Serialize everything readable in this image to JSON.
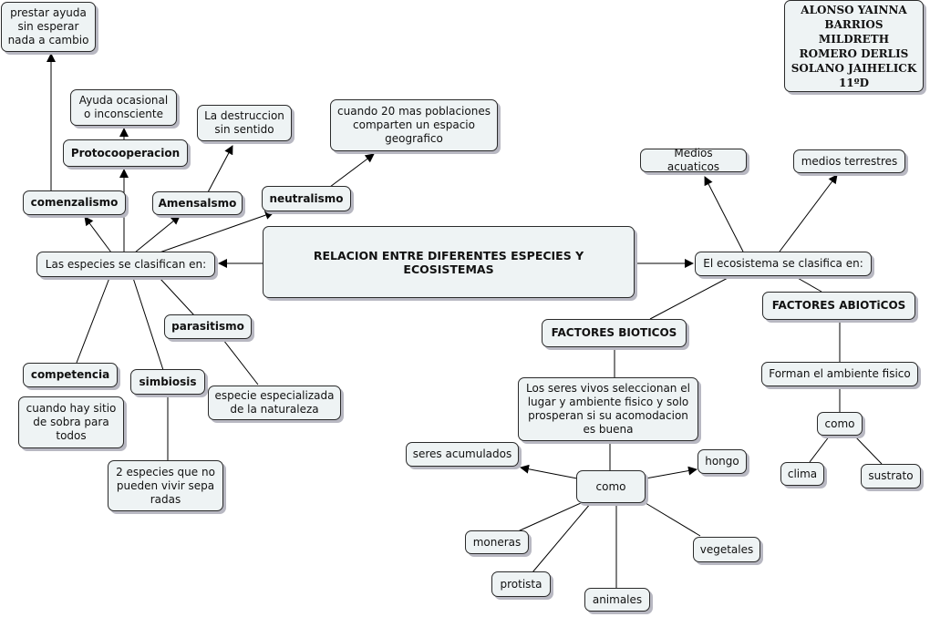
{
  "central": "RELACION ENTRE DIFERENTES ESPECIES Y ECOSISTEMAS",
  "authors": "ALONSO YAINNA\nBARRIOS MILDRETH\nROMERO DERLIS\nSOLANO JAIHELICK\n11ºD",
  "species": {
    "root": "Las especies se clasifican en:",
    "comenzalismo": "comenzalismo",
    "comenzalismo_desc": "prestar ayuda\nsin esperar\nnada a cambio",
    "protocooperacion": "Protocooperacion",
    "protocooperacion_desc": "Ayuda ocasional\no inconsciente",
    "amensalsmo": "Amensalsmo",
    "amensalsmo_desc": "La destruccion\nsin sentido",
    "neutralismo": "neutralismo",
    "neutralismo_desc": "cuando 20 mas poblaciones\ncomparten un espacio\ngeografico",
    "parasitismo": "parasitismo",
    "parasitismo_desc": "especie especializada\nde la naturaleza",
    "competencia": "competencia",
    "competencia_desc": "cuando hay sitio\nde sobra para\ntodos",
    "simbiosis": "simbiosis",
    "simbiosis_desc": "2 especies que no\npueden vivir sepa\nradas"
  },
  "ecosystem": {
    "root": "El ecosistema se clasifica en:",
    "acuaticos": "Medios acuaticos",
    "terrestres": "medios terrestres",
    "bioticos": "FACTORES BIOTICOS",
    "bioticos_desc": "Los seres vivos seleccionan el\nlugar y ambiente fisico y solo\nprosperan si su acomodacion\nes buena",
    "como_biotic": "como",
    "acumulados": "seres acumulados",
    "hongo": "hongo",
    "moneras": "moneras",
    "protista": "protista",
    "animales": "animales",
    "vegetales": "vegetales",
    "abioticos": "FACTORES ABIOTiCOS",
    "abioticos_desc": "Forman el ambiente fisico",
    "como_abiotic": "como",
    "clima": "clima",
    "sustrato": "sustrato"
  }
}
